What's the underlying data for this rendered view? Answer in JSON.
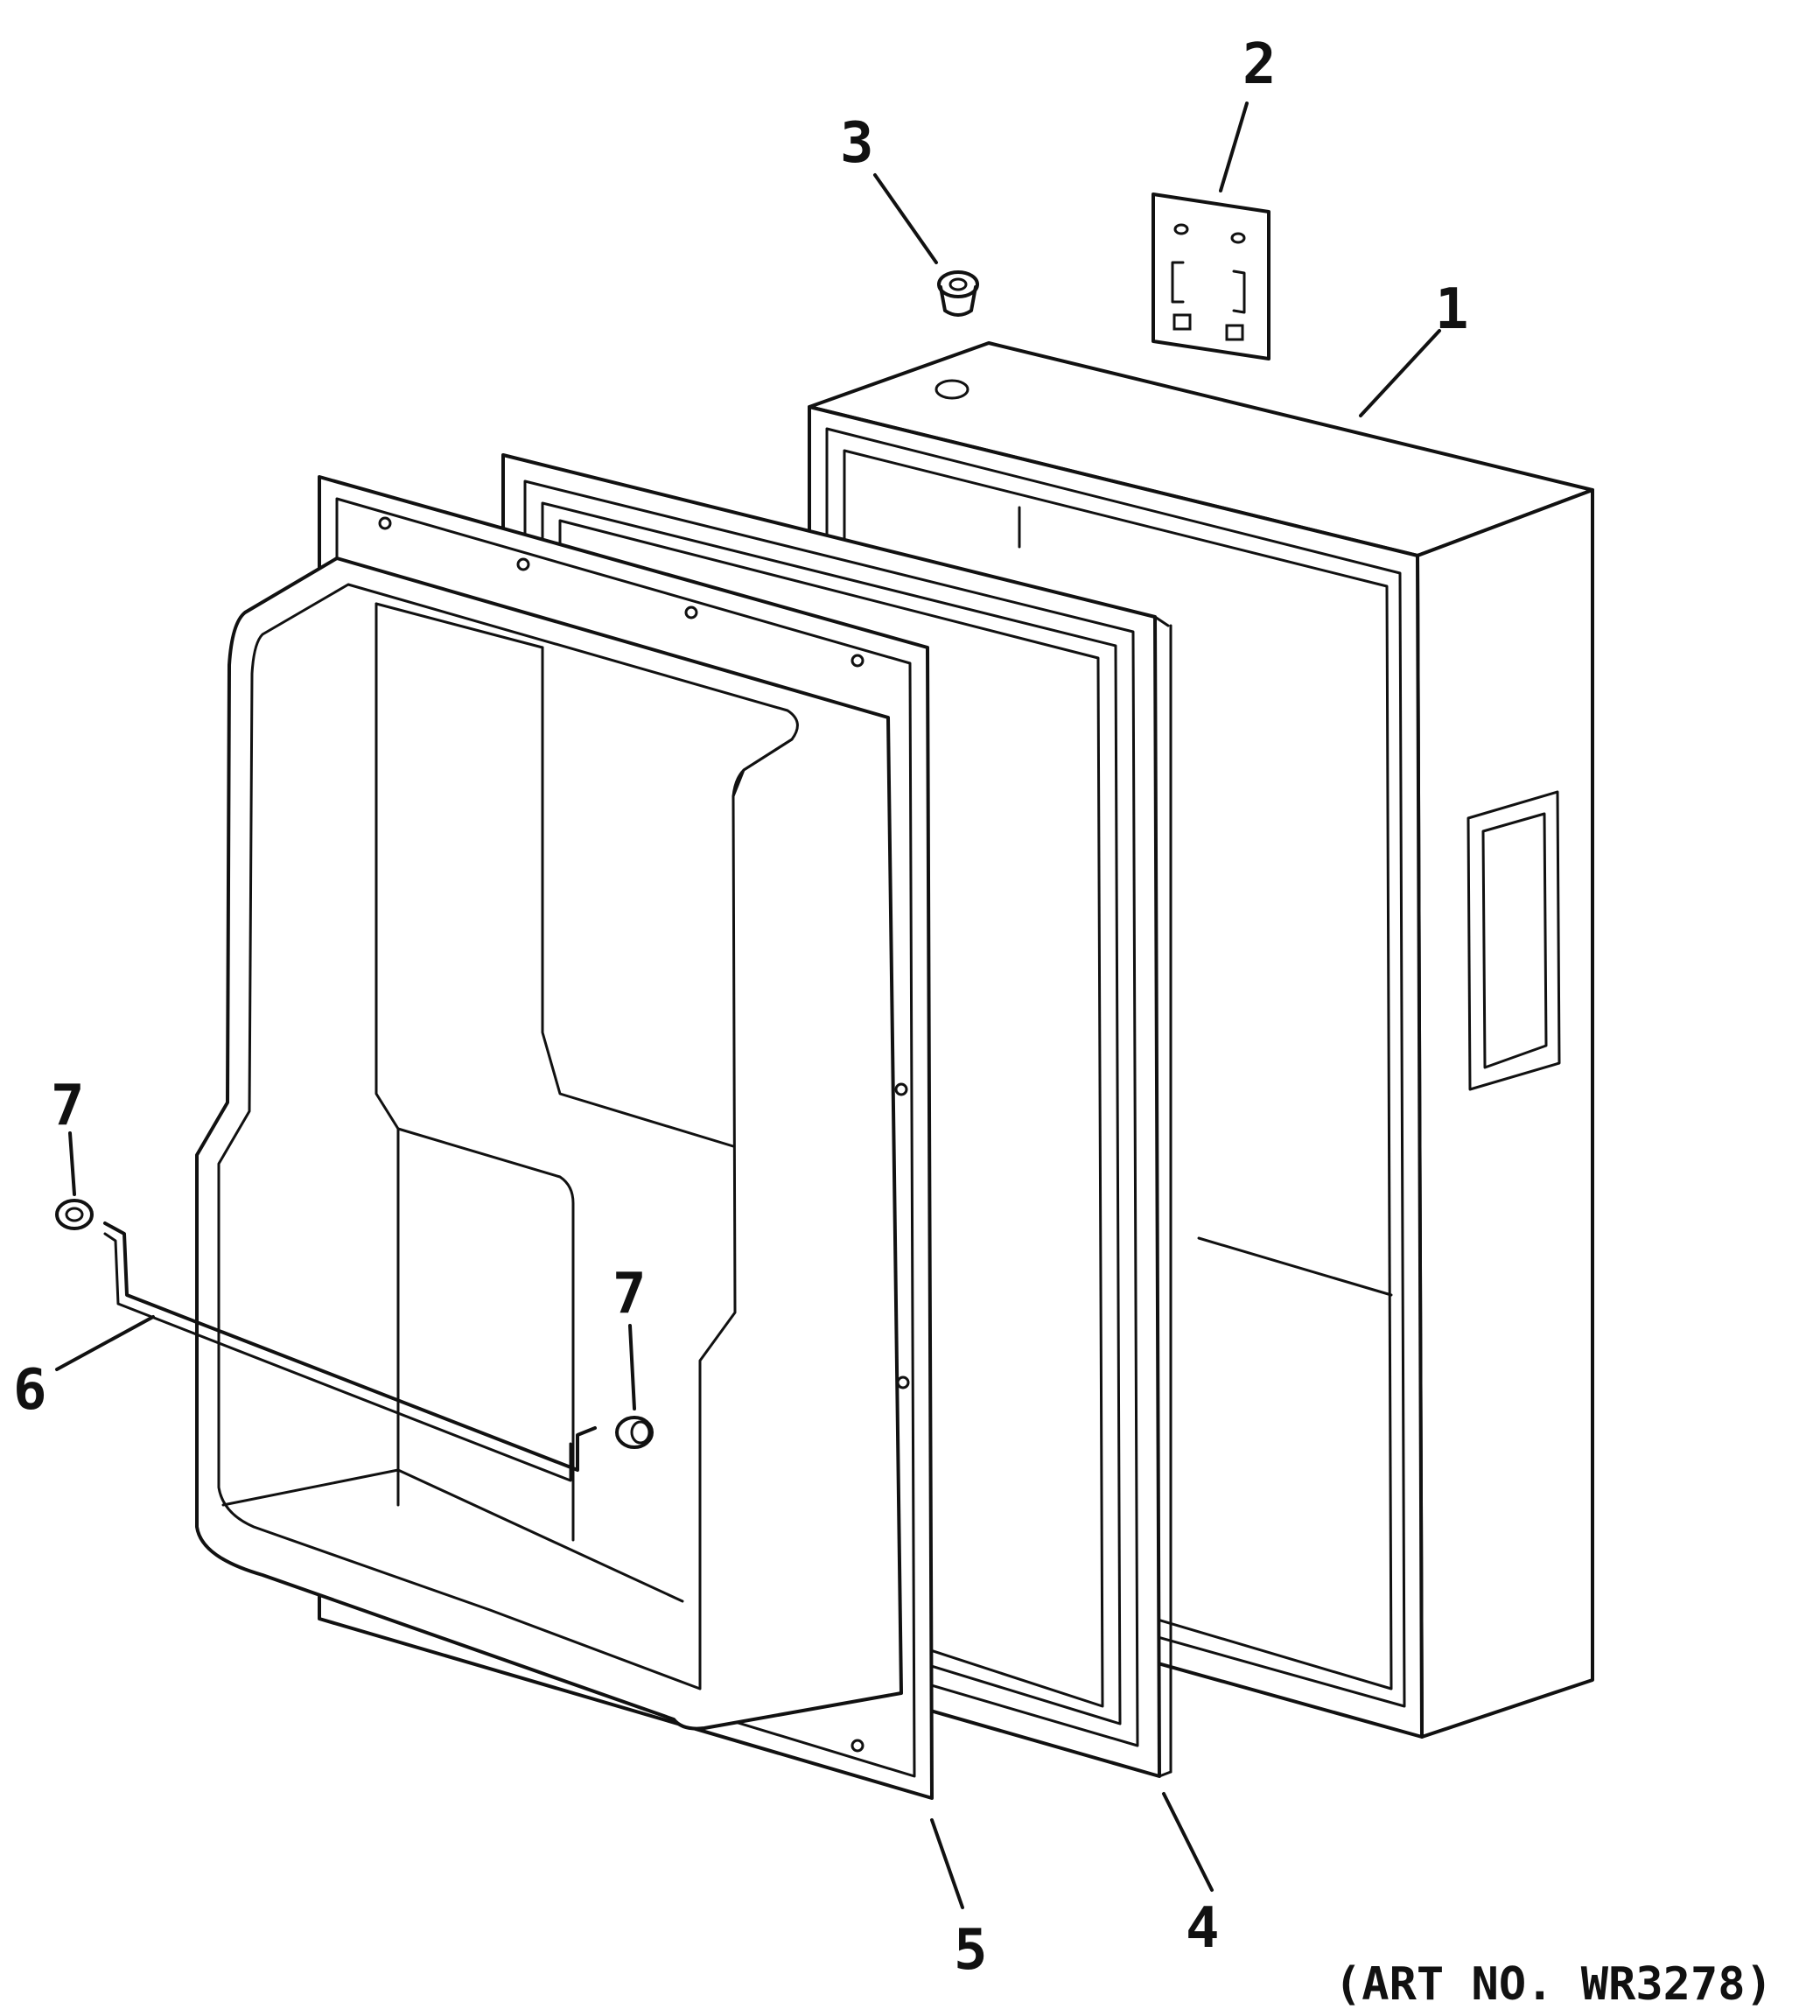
{
  "callouts": {
    "c1": "1",
    "c2": "2",
    "c3": "3",
    "c4": "4",
    "c5": "5",
    "c6": "6",
    "c7a": "7",
    "c7b": "7"
  },
  "art_number": "(ART NO. WR3278)"
}
